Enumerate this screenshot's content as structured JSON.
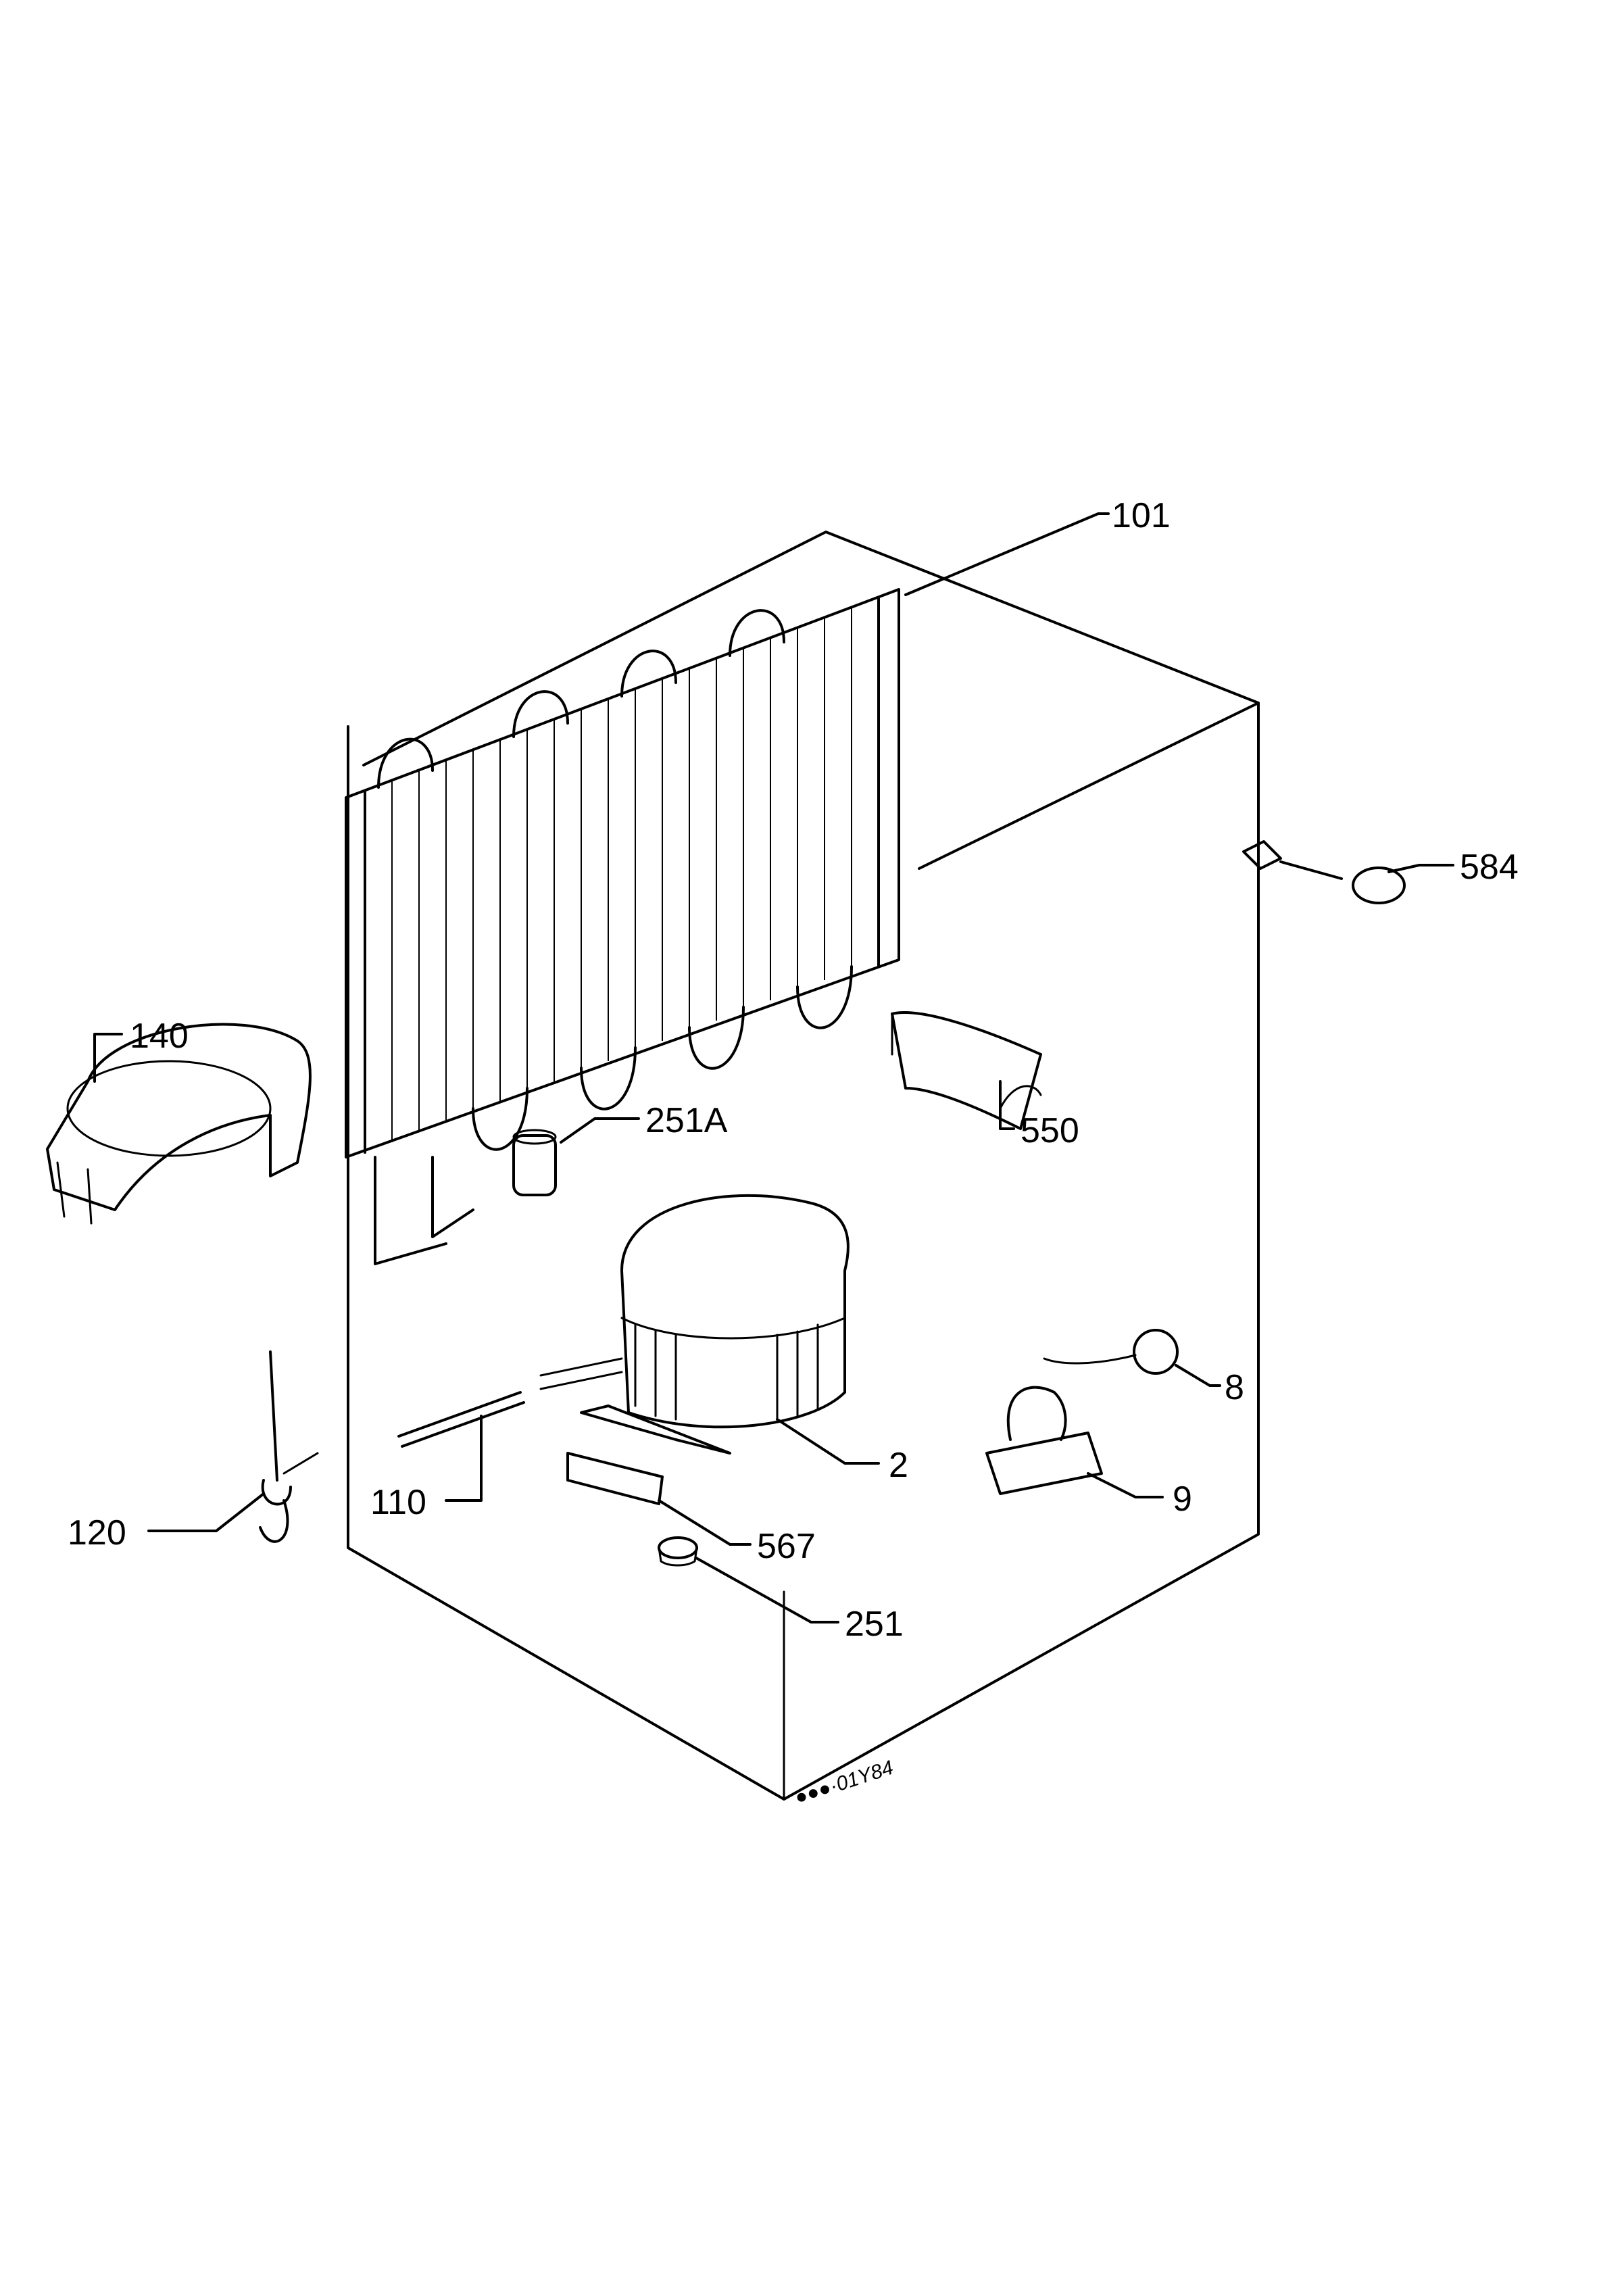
{
  "diagram": {
    "drawing_code": "●●●·01Y84",
    "callouts": [
      {
        "id": "101",
        "label": "101"
      },
      {
        "id": "584",
        "label": "584"
      },
      {
        "id": "140",
        "label": "140"
      },
      {
        "id": "550",
        "label": "550"
      },
      {
        "id": "251A",
        "label": "251A"
      },
      {
        "id": "8",
        "label": "8"
      },
      {
        "id": "2",
        "label": "2"
      },
      {
        "id": "110",
        "label": "110"
      },
      {
        "id": "9",
        "label": "9"
      },
      {
        "id": "120",
        "label": "120"
      },
      {
        "id": "567",
        "label": "567"
      },
      {
        "id": "251",
        "label": "251"
      }
    ]
  }
}
